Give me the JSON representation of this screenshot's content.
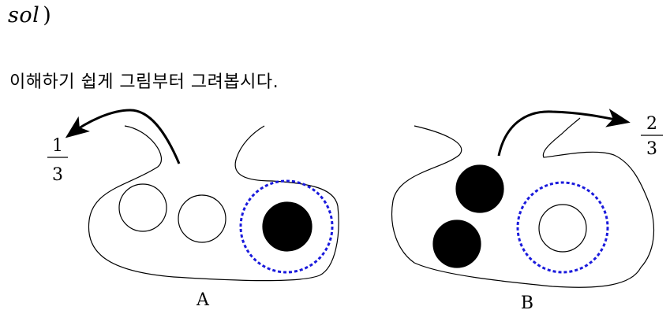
{
  "heading": {
    "word": "sol",
    "paren": ")"
  },
  "intro_text": "이해하기 쉽게 그림부터 그려봅시다.",
  "pocket_a": {
    "label": "A",
    "exit_fraction": {
      "numerator": "1",
      "denominator": "3"
    },
    "balls": [
      {
        "fill": "white"
      },
      {
        "fill": "white"
      },
      {
        "fill": "black",
        "highlighted": true
      }
    ]
  },
  "pocket_b": {
    "label": "B",
    "exit_fraction": {
      "numerator": "2",
      "denominator": "3"
    },
    "balls": [
      {
        "fill": "black"
      },
      {
        "fill": "black"
      },
      {
        "fill": "white",
        "highlighted": true
      }
    ]
  },
  "colors": {
    "stroke": "#000000",
    "highlight": "#1a1adc",
    "black_ball": "#000000",
    "white_ball": "#ffffff"
  }
}
